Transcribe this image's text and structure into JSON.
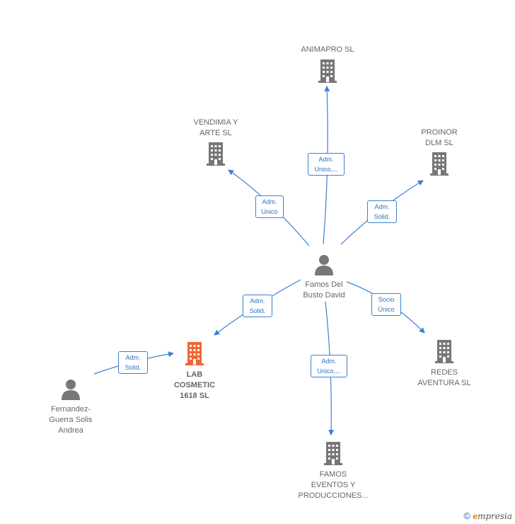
{
  "colors": {
    "edge": "#3c7fd6",
    "building": "#777777",
    "highlight": "#f26534",
    "person": "#777777"
  },
  "nodes": {
    "animapro": {
      "lines": [
        "ANIMAPRO SL"
      ],
      "icon": "building-icon"
    },
    "vendimia": {
      "lines": [
        "VENDIMIA Y",
        "ARTE  SL"
      ],
      "icon": "building-icon"
    },
    "proinor": {
      "lines": [
        "PROINOR",
        "DLM  SL"
      ],
      "icon": "building-icon"
    },
    "famos_david": {
      "lines": [
        "Famos Del",
        "Busto David"
      ],
      "icon": "person-icon"
    },
    "lab_cosmetic": {
      "lines": [
        "LAB",
        "COSMETIC",
        "1618  SL"
      ],
      "icon": "building-icon"
    },
    "fernandez": {
      "lines": [
        "Fernandez-",
        "Guerra Solis",
        "Andrea"
      ],
      "icon": "person-icon"
    },
    "redes": {
      "lines": [
        "REDES",
        "AVENTURA  SL"
      ],
      "icon": "building-icon"
    },
    "famos_eventos": {
      "lines": [
        "FAMOS",
        "EVENTOS Y",
        "PRODUCCIONES..."
      ],
      "icon": "building-icon"
    }
  },
  "edges": {
    "to_animapro": [
      "Adm.",
      "Unico,..."
    ],
    "to_vendimia": [
      "Adm.",
      "Unico"
    ],
    "to_proinor": [
      "Adm.",
      "Solid."
    ],
    "to_lab": [
      "Adm.",
      "Solid."
    ],
    "fernandez_to_lab": [
      "Adm.",
      "Solid."
    ],
    "to_redes": [
      "Socio",
      "Único"
    ],
    "to_eventos": [
      "Adm.",
      "Unico,..."
    ]
  },
  "footer": {
    "copyright": "©",
    "brand_initial": "e",
    "brand_rest": "mpresia"
  }
}
